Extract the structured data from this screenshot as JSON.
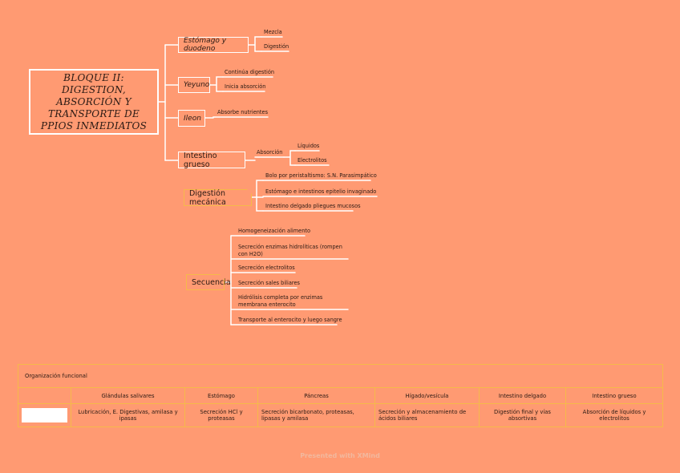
{
  "root": {
    "title": "BLOQUE II: DIGESTION, ABSORCIÓN Y TRANSPORTE DE PPIOS INMEDIATOS"
  },
  "branches": {
    "estomago": {
      "label": "Estómago y duodeno",
      "children": [
        "Mezcla",
        "Digestión"
      ]
    },
    "yeyuno": {
      "label": "Yeyuno",
      "children": [
        "Continúa digestión",
        "Inicia absorción"
      ]
    },
    "ileon": {
      "label": "Ileon",
      "children": [
        "Absorbe nutrientes"
      ]
    },
    "intestino_grueso": {
      "label": "Intestino grueso",
      "sub": "Absorción",
      "children": [
        "Líquidos",
        "Electrolitos"
      ]
    }
  },
  "digestion_mecanica": {
    "label": "Digestión mecánica",
    "children": [
      "Bolo por peristaltismo: S.N. Parasimpático",
      "Estómago e intestinos epitelio invaginado",
      "Intestino delgado pliegues mucosos"
    ]
  },
  "secuencia": {
    "label": "Secuencia",
    "children": [
      "Homogeneización alimento",
      "Secreción enzimas hidrolíticas (rompen con H2O)",
      "Secreción electrolitos",
      "Secreción sales biliares",
      "Hidrólisis completa por enzimas membrana enterocito",
      "Transporte al enterocito y luego sangre"
    ]
  },
  "organizacion": {
    "title": "Organización funcional",
    "headers": [
      "",
      "Glándulas salivares",
      "Estómago",
      "Páncreas",
      "Hígado/vesícula",
      "Intestino delgado",
      "Intestino grueso"
    ],
    "row": [
      "",
      "Lubricación, E. Digestivas, amilasa y ipasas",
      "Secreción HCl y proteasas",
      "Secreción bicarbonato, proteasas, lipasas y amilasa",
      "Secreción y almacenamiento de ácidos biliares",
      "Digestión final y vías absortivas",
      "Absorción de líquidos y electrolitos"
    ]
  },
  "footer": "Presented with XMind",
  "colors": {
    "background": "#FF9A72",
    "line": "#FFFFFF",
    "accent_border": "#F5B94A"
  }
}
